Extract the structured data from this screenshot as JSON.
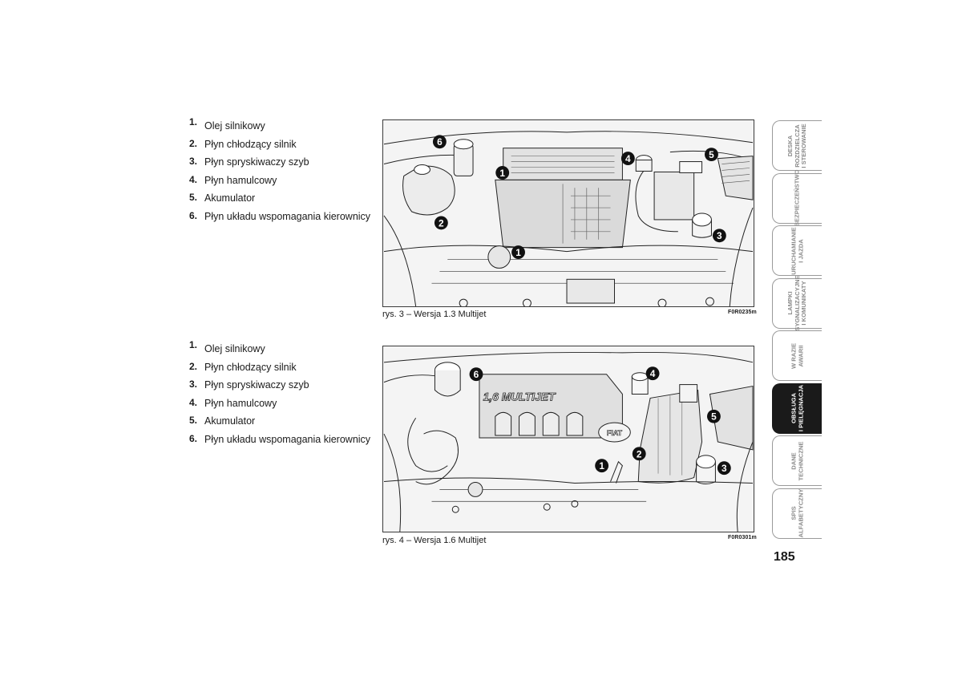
{
  "sections": [
    {
      "legend": [
        {
          "num": "1.",
          "label": "Olej silnikowy"
        },
        {
          "num": "2.",
          "label": "Płyn chłodzący silnik"
        },
        {
          "num": "3.",
          "label": "Płyn spryskiwaczy szyb"
        },
        {
          "num": "4.",
          "label": "Płyn hamulcowy"
        },
        {
          "num": "5.",
          "label": "Akumulator"
        },
        {
          "num": "6.",
          "label": "Płyn układu wspomagania kierownicy"
        }
      ],
      "caption": "rys. 3 – Wersja 1.3 Multijet",
      "code": "F0R0235m",
      "callouts": [
        "1",
        "1",
        "2",
        "3",
        "4",
        "5",
        "6"
      ]
    },
    {
      "legend": [
        {
          "num": "1.",
          "label": "Olej silnikowy"
        },
        {
          "num": "2.",
          "label": "Płyn chłodzący silnik"
        },
        {
          "num": "3.",
          "label": "Płyn spryskiwaczy szyb"
        },
        {
          "num": "4.",
          "label": "Płyn hamulcowy"
        },
        {
          "num": "5.",
          "label": "Akumulator"
        },
        {
          "num": "6.",
          "label": "Płyn układu wspomagania kierownicy"
        }
      ],
      "caption": "rys. 4 – Wersja 1.6 Multijet",
      "code": "F0R0301m",
      "engine_label": "1,6 MULTIJET",
      "brand_label": "FIAT",
      "callouts": [
        "1",
        "2",
        "3",
        "4",
        "5",
        "6"
      ]
    }
  ],
  "tabs": [
    {
      "label": "DESKA\nROZDZIELCZA\nI STEROWANIE",
      "active": false
    },
    {
      "label": "BEZPIECZEŃSTWO",
      "active": false
    },
    {
      "label": "URUCHAMIANIE\nI JAZDA",
      "active": false
    },
    {
      "label": "LAMPKI\nSYGNALIZACYJNE\nI KOMUNIKATY",
      "active": false
    },
    {
      "label": "W RAZIE\nAWARII",
      "active": false
    },
    {
      "label": "OBSŁUGA\nI PIELĘGNACJA",
      "active": true
    },
    {
      "label": "DANE\nTECHNICZNE",
      "active": false
    },
    {
      "label": "SPIS\nALFABETYCZNY",
      "active": false
    }
  ],
  "page_number": "185"
}
